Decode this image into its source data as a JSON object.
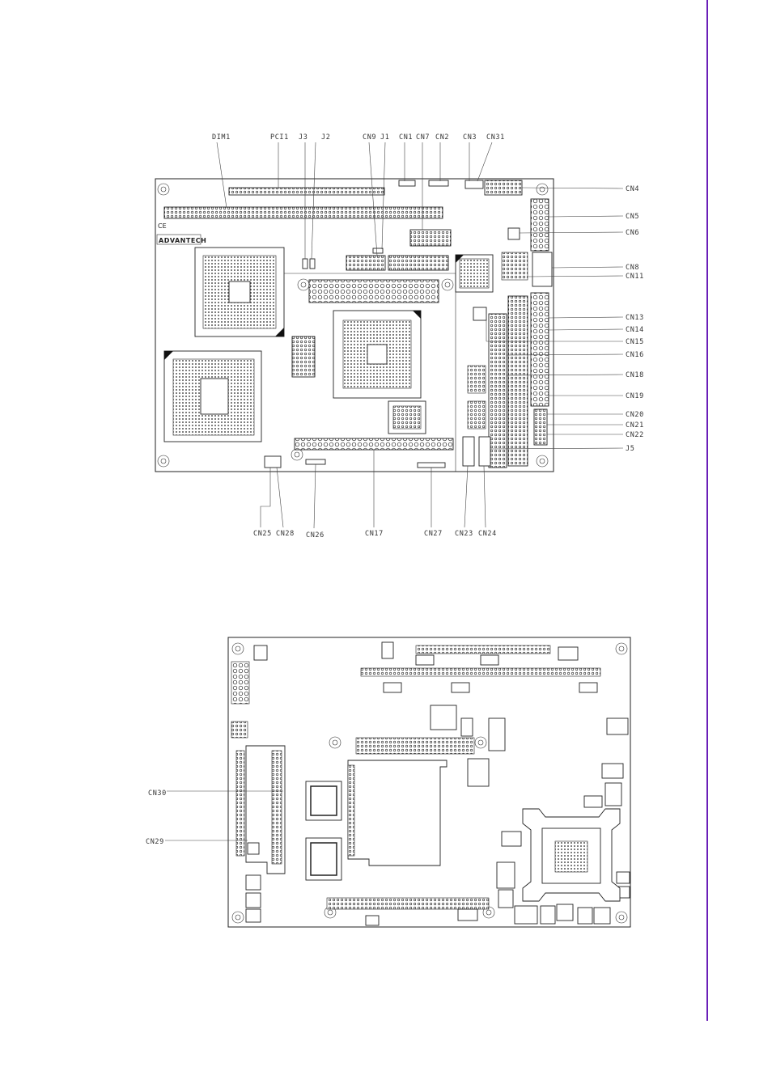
{
  "accent_color": "#6a1fb8",
  "top_view": {
    "logo_text": "ADVANTECH",
    "top_labels": [
      {
        "id": "dim1",
        "text": "DIM1"
      },
      {
        "id": "pci1",
        "text": "PCI1"
      },
      {
        "id": "j3",
        "text": "J3"
      },
      {
        "id": "j2",
        "text": "J2"
      },
      {
        "id": "cn9",
        "text": "CN9"
      },
      {
        "id": "j1",
        "text": "J1"
      },
      {
        "id": "cn1",
        "text": "CN1"
      },
      {
        "id": "cn7",
        "text": "CN7"
      },
      {
        "id": "cn2",
        "text": "CN2"
      },
      {
        "id": "cn3",
        "text": "CN3"
      },
      {
        "id": "cn31",
        "text": "CN31"
      }
    ],
    "right_labels": [
      {
        "id": "cn4",
        "text": "CN4"
      },
      {
        "id": "cn5",
        "text": "CN5"
      },
      {
        "id": "cn6",
        "text": "CN6"
      },
      {
        "id": "cn8",
        "text": "CN8"
      },
      {
        "id": "cn11",
        "text": "CN11"
      },
      {
        "id": "cn13",
        "text": "CN13"
      },
      {
        "id": "cn14",
        "text": "CN14"
      },
      {
        "id": "cn15",
        "text": "CN15"
      },
      {
        "id": "cn16",
        "text": "CN16"
      },
      {
        "id": "cn18",
        "text": "CN18"
      },
      {
        "id": "cn19",
        "text": "CN19"
      },
      {
        "id": "cn20",
        "text": "CN20"
      },
      {
        "id": "cn21",
        "text": "CN21"
      },
      {
        "id": "cn22",
        "text": "CN22"
      },
      {
        "id": "j5",
        "text": "J5"
      }
    ],
    "bottom_labels": [
      {
        "id": "cn25",
        "text": "CN25"
      },
      {
        "id": "cn28",
        "text": "CN28"
      },
      {
        "id": "cn26",
        "text": "CN26"
      },
      {
        "id": "cn17",
        "text": "CN17"
      },
      {
        "id": "cn27",
        "text": "CN27"
      },
      {
        "id": "cn23",
        "text": "CN23"
      },
      {
        "id": "cn24",
        "text": "CN24"
      }
    ]
  },
  "bottom_view": {
    "left_labels": [
      {
        "id": "cn30",
        "text": "CN30"
      },
      {
        "id": "cn29",
        "text": "CN29"
      }
    ]
  }
}
